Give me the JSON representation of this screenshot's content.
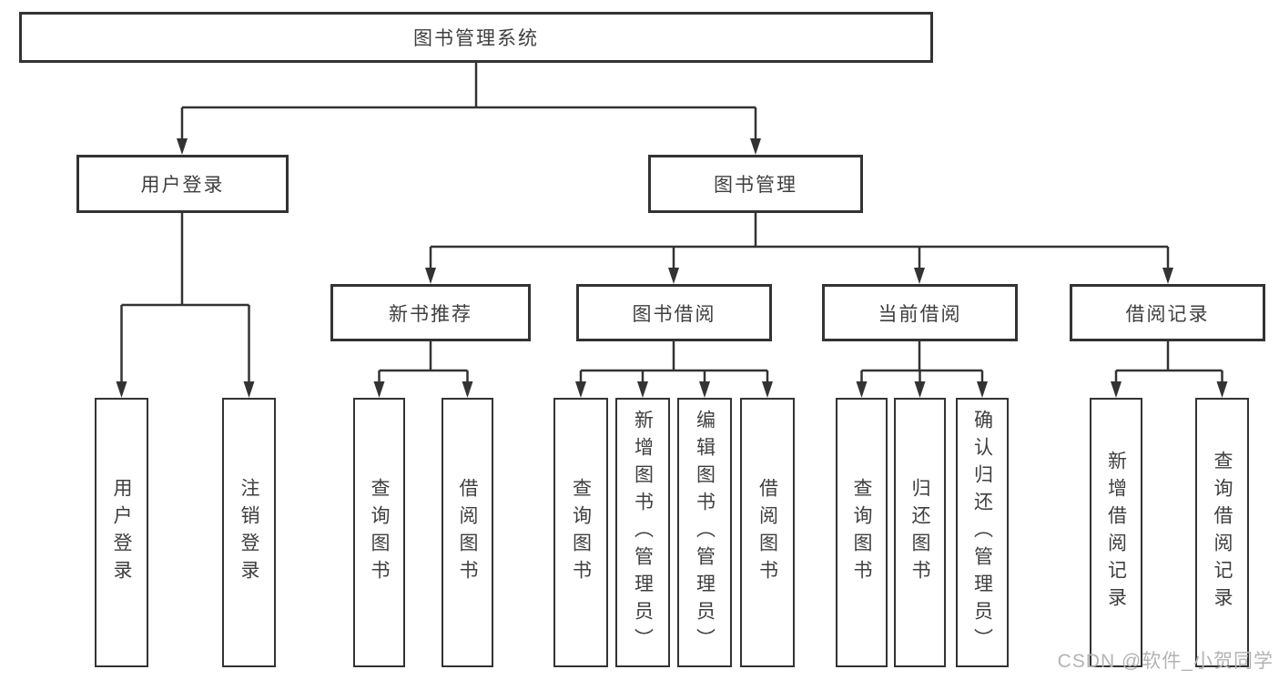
{
  "tree": {
    "root": "图书管理系统",
    "branches": [
      {
        "label": "用户登录",
        "children": [
          "用户登录",
          "注销登录"
        ]
      },
      {
        "label": "图书管理",
        "groups": [
          {
            "label": "新书推荐",
            "children": [
              "查询图书",
              "借阅图书"
            ]
          },
          {
            "label": "图书借阅",
            "children": [
              "查询图书",
              "新增图书（管理员）",
              "编辑图书（管理员）",
              "借阅图书"
            ]
          },
          {
            "label": "当前借阅",
            "children": [
              "查询图书",
              "归还图书",
              "确认归还（管理员）"
            ]
          },
          {
            "label": "借阅记录",
            "children": [
              "新增借阅记录",
              "查询借阅记录"
            ]
          }
        ]
      }
    ]
  },
  "watermark": "CSDN @软件_小贺同学",
  "colors": {
    "line": "#333333",
    "text": "#3f3f3f",
    "background": "#ffffff",
    "watermark": "#b3b3b3"
  }
}
